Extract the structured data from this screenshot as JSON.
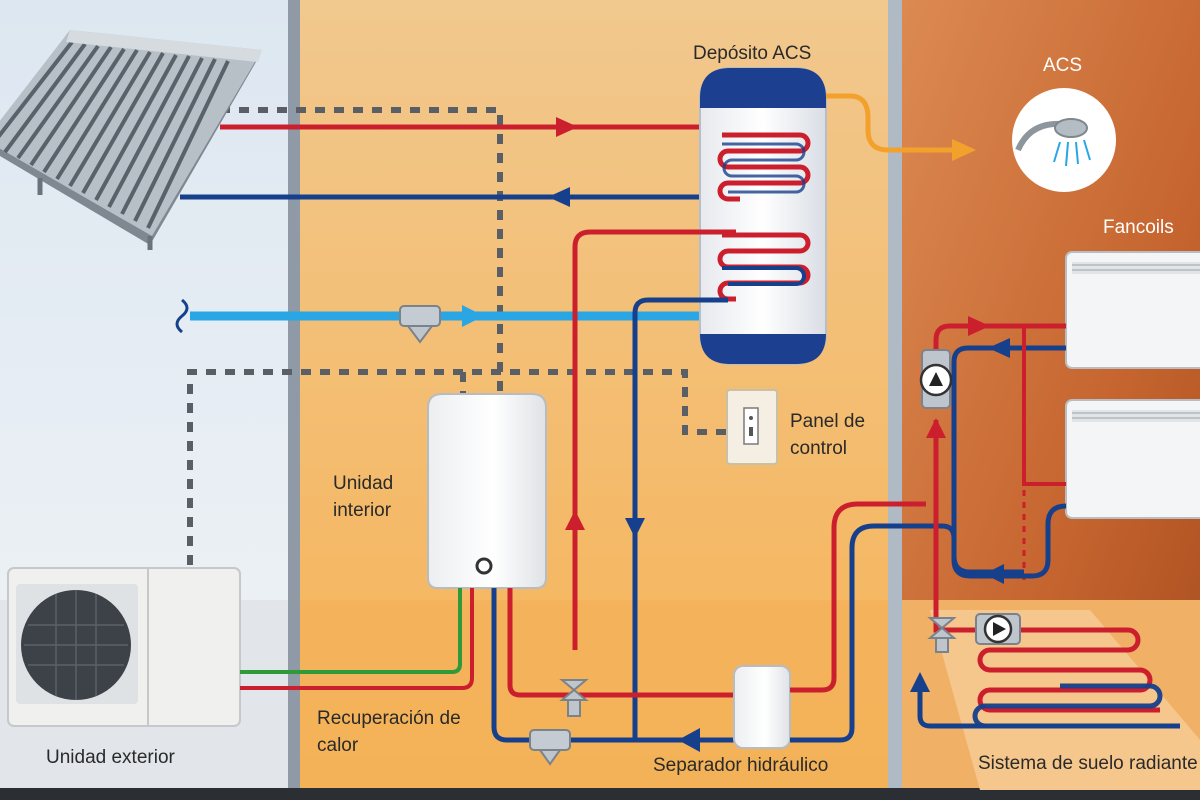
{
  "labels": {
    "deposito_acs": "Depósito ACS",
    "acs": "ACS",
    "fancoils": "Fancoils",
    "panel_de_control": "Panel de control",
    "unidad_interior": "Unidad interior",
    "recuperacion_de_calor": "Recuperación de calor",
    "unidad_exterior": "Unidad exterior",
    "separador_hidraulico": "Separador hidráulico",
    "sistema_suelo_radiante": "Sistema de suelo radiante"
  },
  "colors": {
    "hot_pipe": "#cc1f2d",
    "cold_pipe": "#163f8c",
    "mains_water": "#2aa6e4",
    "dhw_outlet": "#f2a22c",
    "refrigerant_line": "#2e9a3a",
    "control_wiring": "#5a5f66",
    "outdoor_zone": "#e9eef4",
    "indoor_zone": "#f4c27c",
    "emitter_zone": "#c96c36"
  },
  "icons": [
    "solar-collector-icon",
    "shower-head-icon",
    "pump-icon",
    "valve-icon",
    "filter-icon",
    "fan-icon"
  ]
}
